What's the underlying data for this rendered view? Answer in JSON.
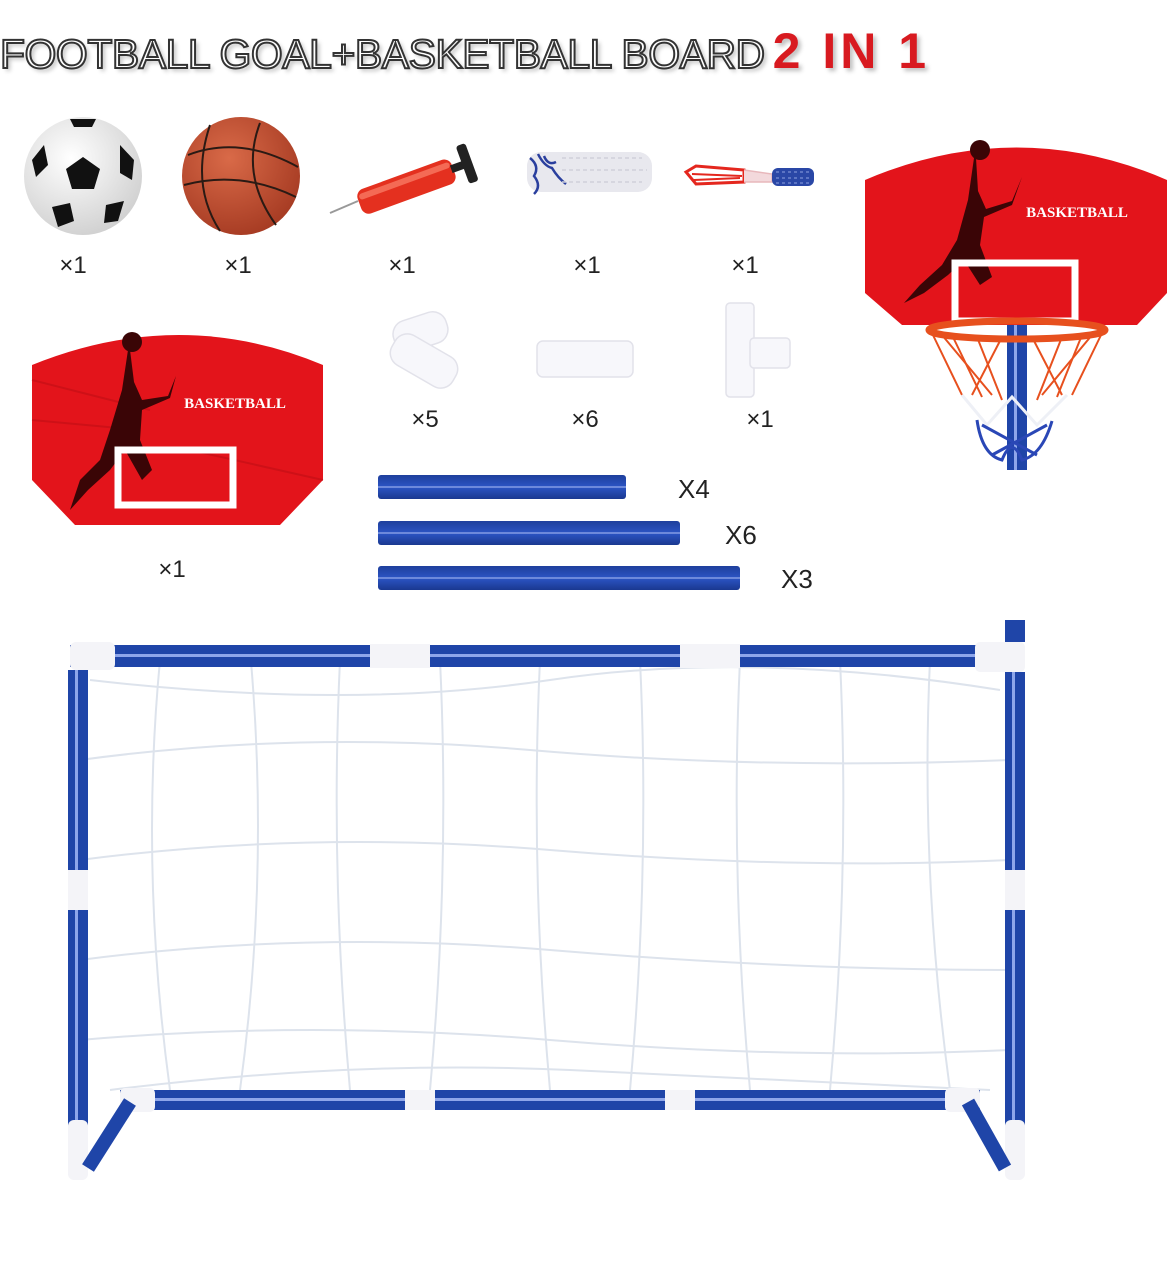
{
  "title": {
    "main": "FOOTBALL GOAL+BASKETBALL BOARD",
    "accent": "2 IN 1",
    "accent_color": "#d81a20"
  },
  "parts": {
    "row1": [
      {
        "name": "soccer ball",
        "qty": "×1"
      },
      {
        "name": "basketball",
        "qty": "×1"
      },
      {
        "name": "air pump",
        "qty": "×1"
      },
      {
        "name": "goal net",
        "qty": "×1"
      },
      {
        "name": "hoop net",
        "qty": "×1"
      }
    ],
    "backboard": {
      "label": "BASKETBALL",
      "qty": "×1"
    },
    "connectors": [
      {
        "name": "elbow connector",
        "qty": "×5"
      },
      {
        "name": "straight connector",
        "qty": "×6"
      },
      {
        "name": "tee connector",
        "qty": "×1"
      }
    ],
    "tubes": [
      {
        "name": "short tube",
        "qty": "X4"
      },
      {
        "name": "medium tube",
        "qty": "X6"
      },
      {
        "name": "long tube",
        "qty": "X3"
      }
    ]
  },
  "assembled": {
    "backboard_label": "BASKETBALL"
  },
  "colors": {
    "board_red": "#e3141b",
    "tube_blue": "#1f45a8",
    "ball_brown": "#b44a2e"
  }
}
